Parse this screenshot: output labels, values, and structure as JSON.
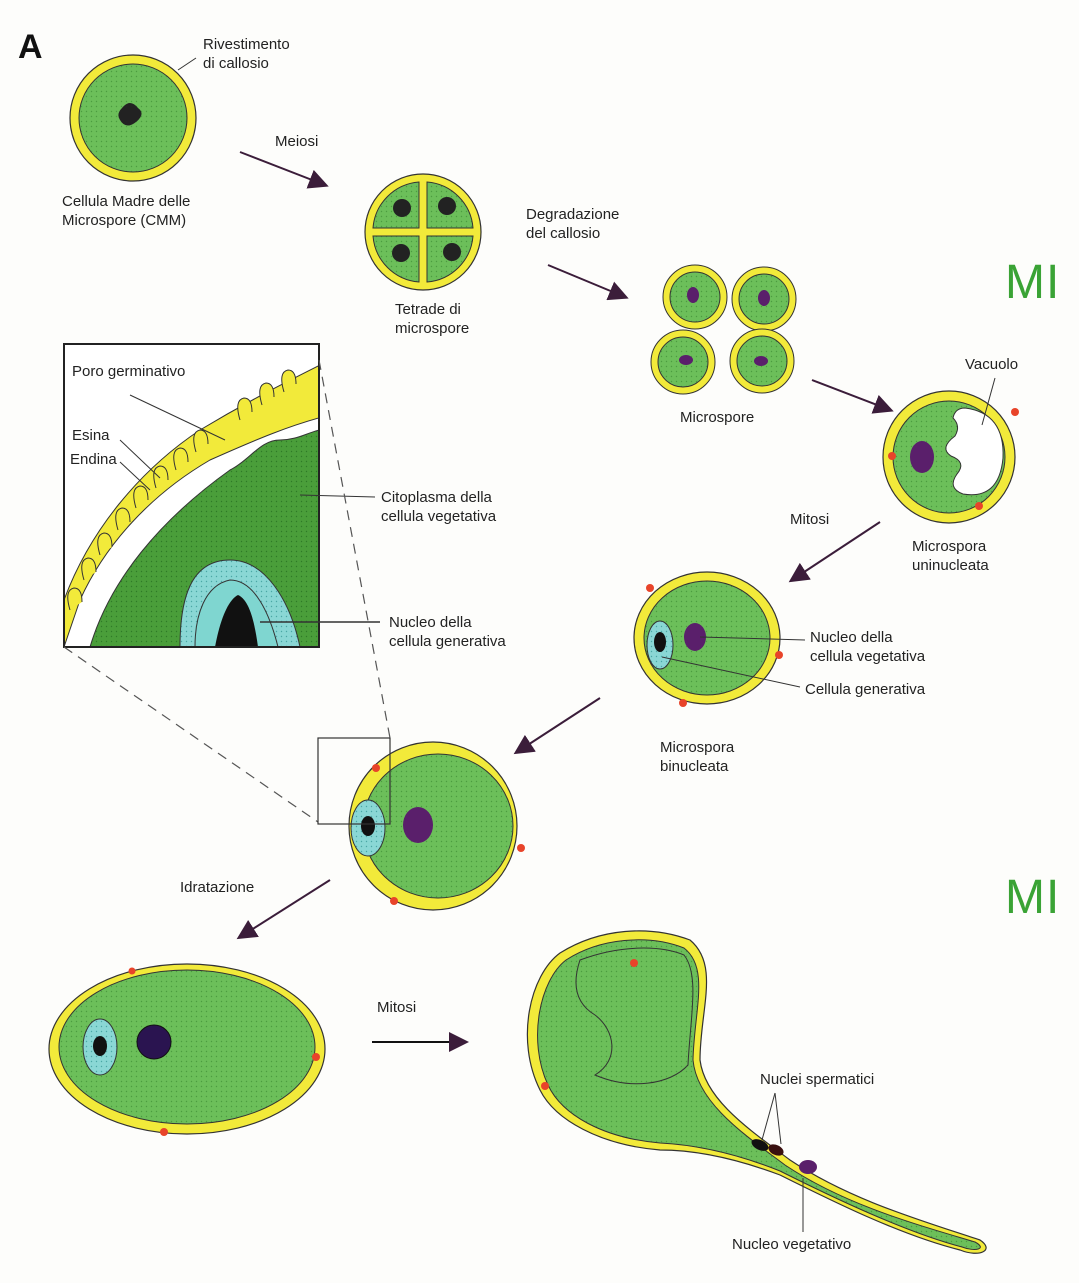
{
  "panel_letter": "A",
  "side_labels": {
    "top": "MI",
    "bottom": "MI"
  },
  "labels": {
    "callose_coat": "Rivestimento\ndi callosio",
    "cmm": "Cellula Madre delle\nMicrospore (CMM)",
    "meiosis": "Meiosi",
    "tetrad": "Tetrade di\nmicrospore",
    "callose_degradation": "Degradazione\ndel callosio",
    "microspores": "Microspore",
    "vacuole": "Vacuolo",
    "mitosis_1": "Mitosi",
    "uninucleate": "Microspora\nuninucleata",
    "veg_nucleus": "Nucleo della\ncellula vegetativa",
    "generative_cell": "Cellula generativa",
    "binucleate": "Microspora\nbinucleata",
    "germ_pore": "Poro germinativo",
    "exine": "Esina",
    "intine": "Endina",
    "veg_cytoplasm": "Citoplasma della\ncellula vegetativa",
    "gen_nucleus": "Nucleo della\ncellula generativa",
    "hydration": "Idratazione",
    "mitosis_2": "Mitosi",
    "sperm_nuclei": "Nuclei spermatici",
    "veg_nucleus_tube": "Nucleo vegetativo"
  },
  "colors": {
    "wall_yellow": "#f2ea3a",
    "cytoplasm_green": "#6cbf5a",
    "dark_green": "#3f9a36",
    "nucleus_purple": "#5a1f6b",
    "generative_cyan": "#7fd6d0",
    "pore_red": "#e8442a",
    "arrow": "#3b1d3a",
    "side_label_green": "#3aa335"
  }
}
